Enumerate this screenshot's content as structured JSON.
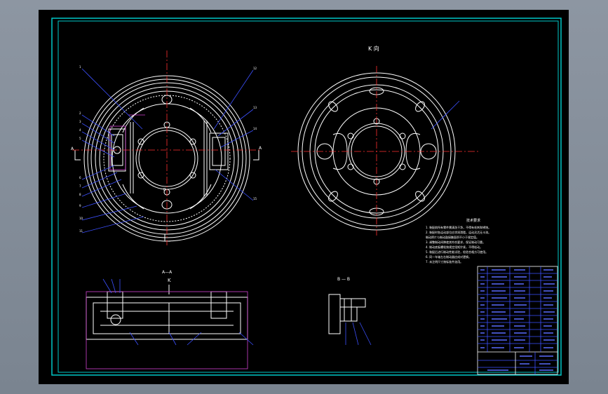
{
  "colors": {
    "background": "#7d8794",
    "sheet": "#000000",
    "frame": "#00c8c8",
    "geometry": "#ffffff",
    "centerline": "#ff3030",
    "leader": "#3c50ff",
    "hidden": "#d040d0"
  },
  "labels": {
    "view_k": "K 向",
    "section_aa": "A—A",
    "section_bb": "B — B",
    "k_mark": "K",
    "arrow_a_left": "A",
    "arrow_a_right": "A",
    "mark_b": "B",
    "tech_title": "技术要求"
  },
  "technical_notes": [
    "1. 装配前所有零件需清洗干净，不得有毛刺和锈蚀。",
    "2. 装配时各运动部位应涂润滑脂，运动灵活无卡滞。",
    "   制动蹄片与制动鼓接触面积不小于规定值。",
    "3. 调整制动间隙使其符合要求，保证制动可靠。",
    "4. 制动底板螺栓按规定扭矩拧紧，不得松动。",
    "5. 装配后进行制动性能试验，检验合格方可使用。",
    "6. 同一车轴左右制动器应成对更换。",
    "7. 未注明尺寸按标准件选用。"
  ]
}
